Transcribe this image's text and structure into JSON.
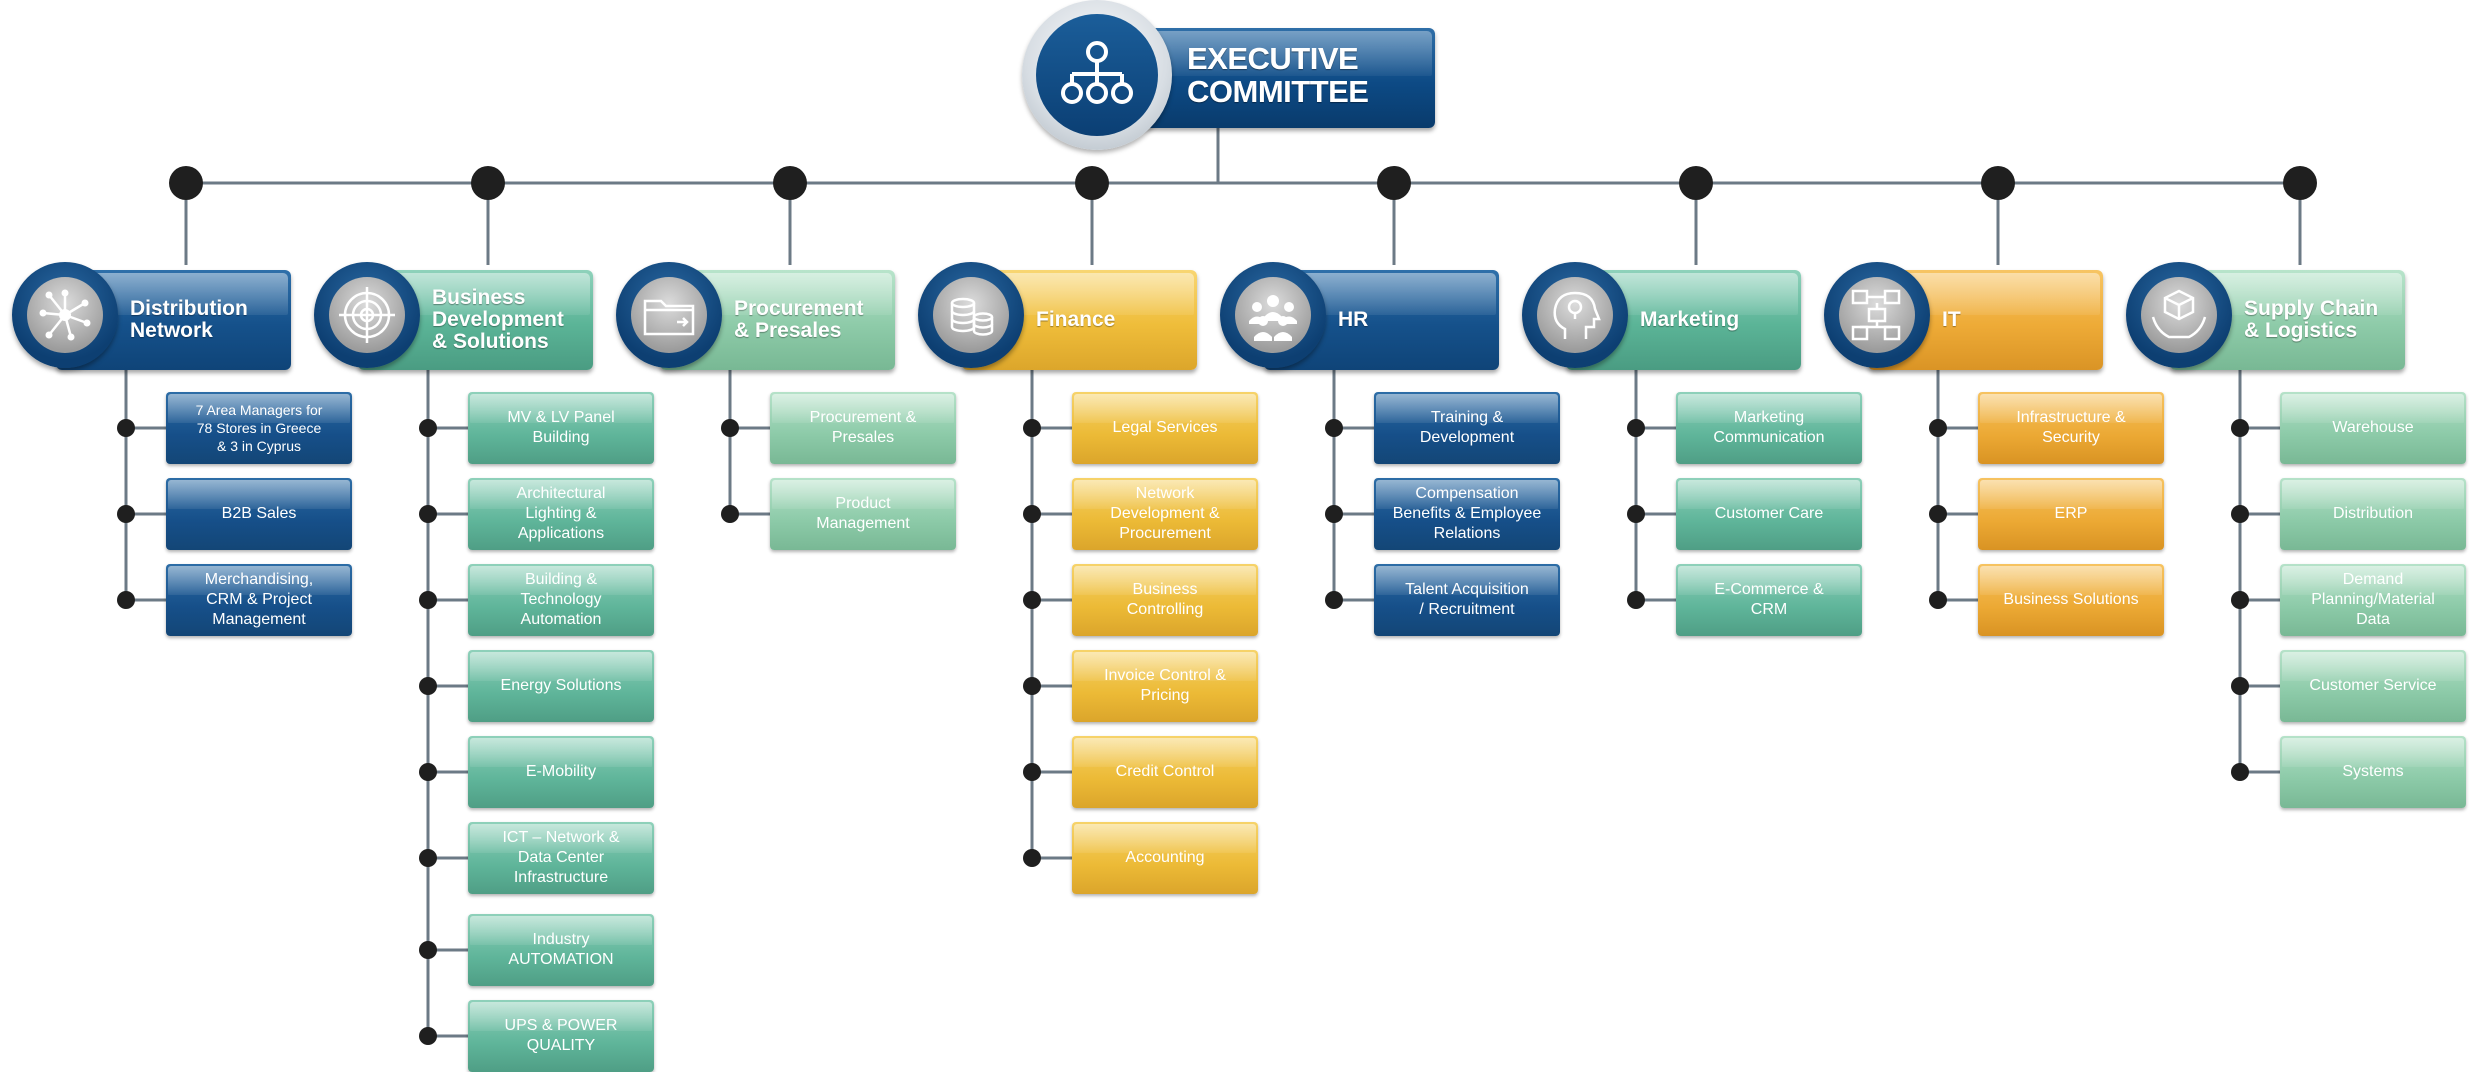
{
  "executive": {
    "title_line1": "EXECUTIVE",
    "title_line2": "COMMITTEE",
    "icon": "org-chart-icon"
  },
  "departments": [
    {
      "title": [
        "Distribution",
        "Network"
      ],
      "icon": "network-hub-icon",
      "color": "#15518b",
      "children": [
        {
          "text": [
            "7 Area Managers for",
            "78 Stores in  Greece",
            "&  3 in Cyprus"
          ],
          "small": true
        },
        {
          "text": [
            "B2B Sales"
          ]
        },
        {
          "text": [
            "Merchandising,",
            "CRM & Project",
            "Management"
          ]
        }
      ]
    },
    {
      "title": [
        "Business",
        "Development",
        "& Solutions"
      ],
      "icon": "target-icon",
      "color": "#5bb497",
      "children": [
        {
          "text": [
            "MV & LV Panel",
            "Building"
          ]
        },
        {
          "text": [
            "Architectural",
            "Lighting &",
            "Applications"
          ]
        },
        {
          "text": [
            "Building &",
            "Technology",
            "Automation"
          ]
        },
        {
          "text": [
            "Energy Solutions"
          ]
        },
        {
          "text": [
            "E-Mobility"
          ]
        },
        {
          "text": [
            "ICT – Network &",
            "Data Center",
            "Infrastructure"
          ]
        },
        {
          "text": [
            "Industry",
            "AUTOMATION"
          ]
        },
        {
          "text": [
            "UPS & POWER",
            "QUALITY"
          ]
        }
      ]
    },
    {
      "title": [
        "Procurement",
        "& Presales"
      ],
      "icon": "folder-icon",
      "color": "#8ecba9",
      "children": [
        {
          "text": [
            "Procurement &",
            "Presales"
          ]
        },
        {
          "text": [
            "Product",
            "Management"
          ]
        }
      ]
    },
    {
      "title": [
        "Finance"
      ],
      "icon": "coins-icon",
      "color": "#efbd3a",
      "children": [
        {
          "text": [
            "Legal Services"
          ]
        },
        {
          "text": [
            "Network",
            "Development &",
            "Procurement"
          ]
        },
        {
          "text": [
            "Business",
            "Controlling"
          ]
        },
        {
          "text": [
            "Invoice Control &",
            "Pricing"
          ]
        },
        {
          "text": [
            "Credit Control"
          ]
        },
        {
          "text": [
            "Accounting"
          ]
        }
      ]
    },
    {
      "title": [
        "HR"
      ],
      "icon": "people-group-icon",
      "color": "#15518b",
      "children": [
        {
          "text": [
            "Training &",
            "Development"
          ]
        },
        {
          "text": [
            "Compensation",
            "Benefits & Employee",
            "Relations"
          ]
        },
        {
          "text": [
            "Talent Acquisition",
            "/ Recruitment"
          ]
        }
      ]
    },
    {
      "title": [
        "Marketing"
      ],
      "icon": "head-idea-icon",
      "color": "#5bb497",
      "children": [
        {
          "text": [
            "Marketing",
            "Communication"
          ]
        },
        {
          "text": [
            "Customer Care"
          ]
        },
        {
          "text": [
            "E-Commerce &",
            "CRM"
          ]
        }
      ]
    },
    {
      "title": [
        "IT"
      ],
      "icon": "flowchart-icon",
      "color": "#eeab37",
      "children": [
        {
          "text": [
            "Infrastructure &",
            "Security"
          ]
        },
        {
          "text": [
            "ERP"
          ]
        },
        {
          "text": [
            "Business Solutions"
          ]
        }
      ]
    },
    {
      "title": [
        "Supply Chain",
        "& Logistics"
      ],
      "icon": "box-hands-icon",
      "color": "#8ecba9",
      "children": [
        {
          "text": [
            "Warehouse"
          ]
        },
        {
          "text": [
            "Distribution"
          ]
        },
        {
          "text": [
            "Demand",
            "Planning/Material",
            "Data"
          ]
        },
        {
          "text": [
            "Customer Service"
          ]
        },
        {
          "text": [
            "Systems"
          ]
        }
      ]
    }
  ]
}
